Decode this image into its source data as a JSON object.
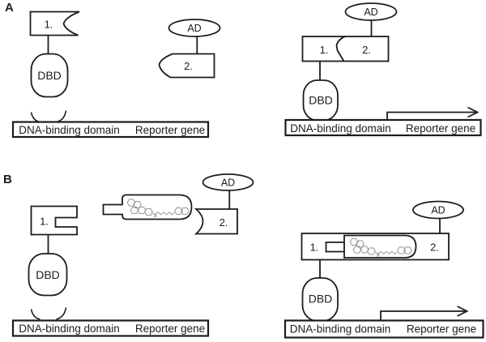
{
  "colors": {
    "stroke": "#1c1c1c",
    "background": "#ffffff",
    "chemical_stroke": "#8a8a8a"
  },
  "panelA": {
    "label": "A",
    "left": {
      "protein1": "1.",
      "dbd": "DBD",
      "dna": "DNA-binding domain",
      "reporter": "Reporter gene"
    },
    "middle": {
      "ad": "AD",
      "protein2": "2."
    },
    "right": {
      "ad": "AD",
      "protein1": "1.",
      "protein2": "2.",
      "dbd": "DBD",
      "dna": "DNA-binding domain",
      "reporter": "Reporter gene"
    }
  },
  "panelB": {
    "label": "B",
    "left": {
      "protein1": "1.",
      "dbd": "DBD",
      "dna": "DNA-binding domain",
      "reporter": "Reporter gene"
    },
    "middle": {
      "ad": "AD",
      "protein2": "2."
    },
    "right": {
      "ad": "AD",
      "protein1": "1.",
      "protein2": "2.",
      "dbd": "DBD",
      "dna": "DNA-binding domain",
      "reporter": "Reporter gene"
    }
  }
}
